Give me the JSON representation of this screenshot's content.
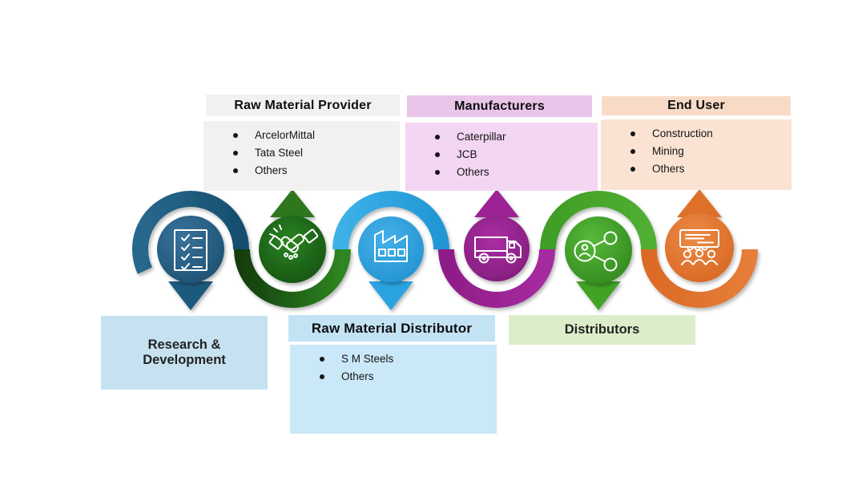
{
  "top_boxes": [
    {
      "id": "raw-material-provider",
      "title": "Raw Material Provider",
      "items": [
        "ArcelorMittal",
        "Tata Steel",
        "Others"
      ],
      "header_bg": "#f1f1f1",
      "list_bg": "#f1f1f1"
    },
    {
      "id": "manufacturers",
      "title": "Manufacturers",
      "items": [
        "Caterpillar",
        "JCB",
        "Others"
      ],
      "header_bg": "#e9c5e9",
      "list_bg": "#f3d6f2"
    },
    {
      "id": "end-user",
      "title": "End User",
      "items": [
        "Construction",
        "Mining",
        "Others"
      ],
      "header_bg": "#f8dbc6",
      "list_bg": "#fae3d3"
    }
  ],
  "bottom_boxes": [
    {
      "id": "research-development",
      "title": "Research &\nDevelopment",
      "bg": "#c6e2f1"
    },
    {
      "id": "raw-material-distributor",
      "title": "Raw Material Distributor",
      "items": [
        "S M Steels",
        "Others"
      ],
      "header_bg": "#c3e3f5",
      "list_bg": "#cbe8f8"
    },
    {
      "id": "distributors",
      "title": "Distributors",
      "bg": "#dcedca"
    }
  ],
  "chain": {
    "units": [
      {
        "name": "research-development",
        "icon": "checklist-icon",
        "direction": "down",
        "circle_color": "#245f83",
        "arc_color": "#1d5b7e",
        "arrow_color": "#1d5a7d"
      },
      {
        "name": "raw-material-provider",
        "icon": "handshake-icon",
        "direction": "up",
        "circle_color": "#1e6f1d",
        "arc_color": "#236317",
        "arrow_color": "#2d7a1e"
      },
      {
        "name": "raw-material-distributor",
        "icon": "factory-icon",
        "direction": "down",
        "circle_color": "#2ea5e2",
        "arc_color": "#29a7e2",
        "arrow_color": "#29a3e0"
      },
      {
        "name": "manufacturers",
        "icon": "truck-icon",
        "direction": "up",
        "circle_color": "#9c2496",
        "arc_color": "#9c2394",
        "arrow_color": "#9c2496"
      },
      {
        "name": "distributors",
        "icon": "share-network-icon",
        "direction": "down",
        "circle_color": "#46a42b",
        "arc_color": "#47a52b",
        "arrow_color": "#42a227"
      },
      {
        "name": "end-user",
        "icon": "presentation-audience-icon",
        "direction": "up",
        "circle_color": "#e0722c",
        "arc_color": "#e0722c",
        "arrow_color": "#df7029"
      }
    ]
  }
}
